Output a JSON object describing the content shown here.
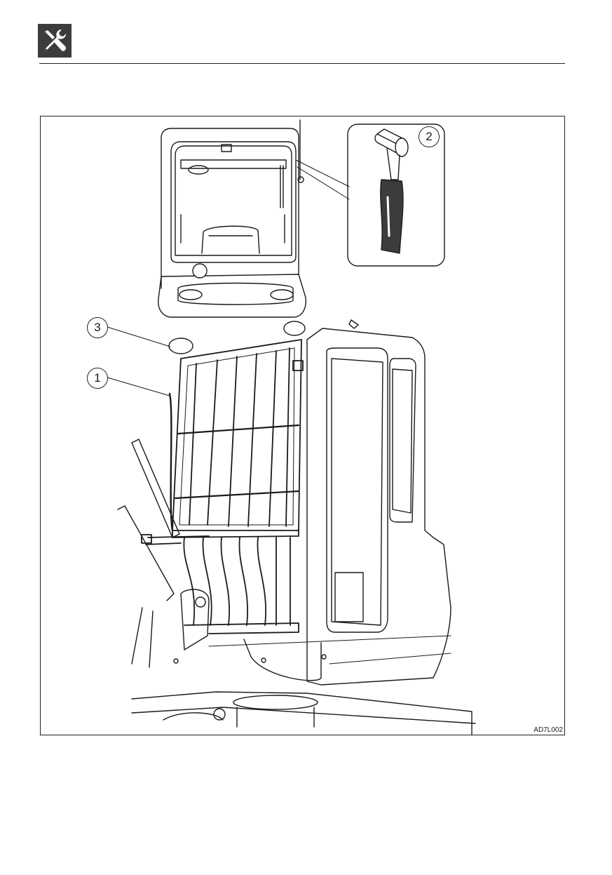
{
  "header": {
    "icon": "wrench-screwdriver-icon"
  },
  "figure": {
    "code": "AD7L002",
    "callouts": [
      {
        "label": "1",
        "part": "front-guard"
      },
      {
        "label": "2",
        "part": "emergency-hammer"
      },
      {
        "label": "3",
        "part": "work-light"
      }
    ]
  }
}
